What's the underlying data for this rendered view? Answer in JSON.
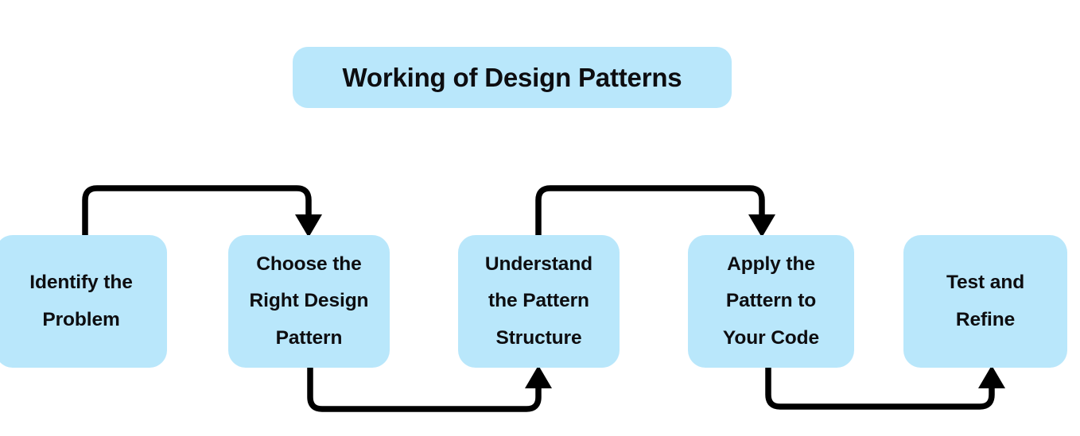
{
  "diagram": {
    "title": "Working of Design Patterns",
    "background_color": "#ffffff",
    "box_color": "#b9e7fb",
    "text_color": "#0d0d10",
    "connector_color": "#000000",
    "steps": [
      {
        "id": "identify-the-problem",
        "label": "Identify the\nProblem"
      },
      {
        "id": "choose-the-right-design-pattern",
        "label": "Choose the\nRight Design\nPattern"
      },
      {
        "id": "understand-the-pattern-structure",
        "label": "Understand\nthe Pattern\nStructure"
      },
      {
        "id": "apply-the-pattern-to-your-code",
        "label": "Apply the\nPattern to\nYour Code"
      },
      {
        "id": "test-and-refine",
        "label": "Test and\nRefine"
      }
    ],
    "connectors": [
      {
        "from": "identify-the-problem",
        "to": "choose-the-right-design-pattern",
        "route": "over-top",
        "direction": "right"
      },
      {
        "from": "choose-the-right-design-pattern",
        "to": "understand-the-pattern-structure",
        "route": "under-bottom",
        "direction": "right"
      },
      {
        "from": "understand-the-pattern-structure",
        "to": "apply-the-pattern-to-your-code",
        "route": "over-top",
        "direction": "right"
      },
      {
        "from": "apply-the-pattern-to-your-code",
        "to": "test-and-refine",
        "route": "under-bottom",
        "direction": "right"
      }
    ]
  }
}
